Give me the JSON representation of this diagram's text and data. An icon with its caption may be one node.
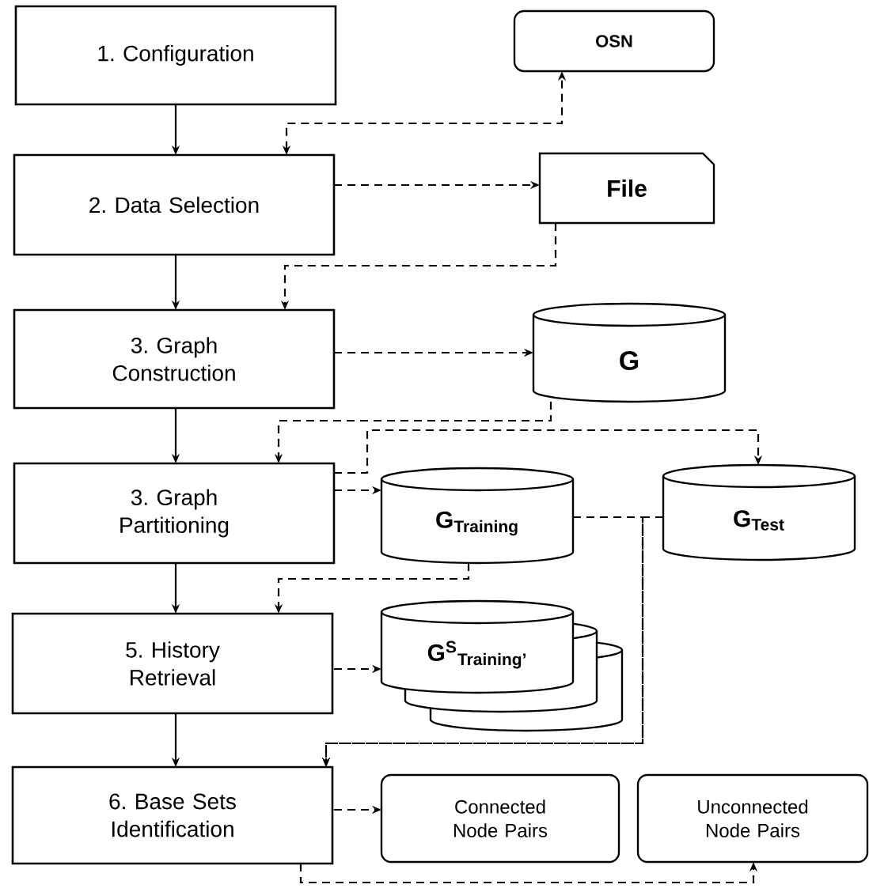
{
  "diagram": {
    "nodes": [
      {
        "text": [
          "1. Configuration"
        ]
      },
      {
        "text": [
          "2. Data Selection"
        ]
      },
      {
        "text": [
          "3. Graph Construction"
        ]
      },
      {
        "text": [
          "3. Graph Partitioning"
        ]
      },
      {
        "text": [
          "5. History Retrieval"
        ]
      },
      {
        "text": [
          "6. Base Sets Identification"
        ]
      },
      {
        "text": [
          "OSN"
        ]
      },
      {
        "text": [
          "File"
        ]
      },
      {
        "text": [
          "G"
        ]
      },
      {
        "text": [
          "G$_{Training}$"
        ]
      },
      {
        "text": [
          "G$_{Test}$"
        ]
      },
      {
        "text": [
          "G$^{S}$$_{Training’}$"
        ]
      },
      {
        "text": [
          "Connected Node Pairs"
        ]
      },
      {
        "text": [
          "Unconnected Node Pairs"
        ]
      }
    ],
    "edges": [
      {
        "from": 0,
        "to": 1,
        "arrow": "to"
      },
      {
        "from": 1,
        "to": 6,
        "arrow": "both",
        "style": "dashed"
      },
      {
        "from": 1,
        "to": 7,
        "arrow": "to",
        "style": "dashed"
      },
      {
        "from": 7,
        "to": 2,
        "arrow": "to",
        "style": "dashed"
      },
      {
        "from": 1,
        "to": 2,
        "arrow": "to"
      },
      {
        "from": 2,
        "to": 8,
        "arrow": "to",
        "style": "dashed"
      },
      {
        "from": 8,
        "to": 3,
        "arrow": "to",
        "style": "dashed"
      },
      {
        "from": 2,
        "to": 3,
        "arrow": "to"
      },
      {
        "from": 3,
        "to": 9,
        "arrow": "to",
        "style": "dashed"
      },
      {
        "from": 3,
        "to": 10,
        "arrow": "to",
        "style": "dashed"
      },
      {
        "from": 9,
        "to": 4,
        "arrow": "to",
        "style": "dashed"
      },
      {
        "from": 3,
        "to": 4,
        "arrow": "to"
      },
      {
        "from": 4,
        "to": 11,
        "arrow": "to",
        "style": "dashed"
      },
      {
        "from": 9,
        "to": 5,
        "arrow": "to",
        "style": "dashed"
      },
      {
        "from": 10,
        "to": 5,
        "arrow": "to",
        "style": "dashed"
      },
      {
        "from": 4,
        "to": 5,
        "arrow": "to"
      },
      {
        "from": 5,
        "to": 12,
        "arrow": "to",
        "style": "dashed"
      },
      {
        "from": 5,
        "to": 13,
        "arrow": "to",
        "style": "dashed"
      }
    ]
  }
}
